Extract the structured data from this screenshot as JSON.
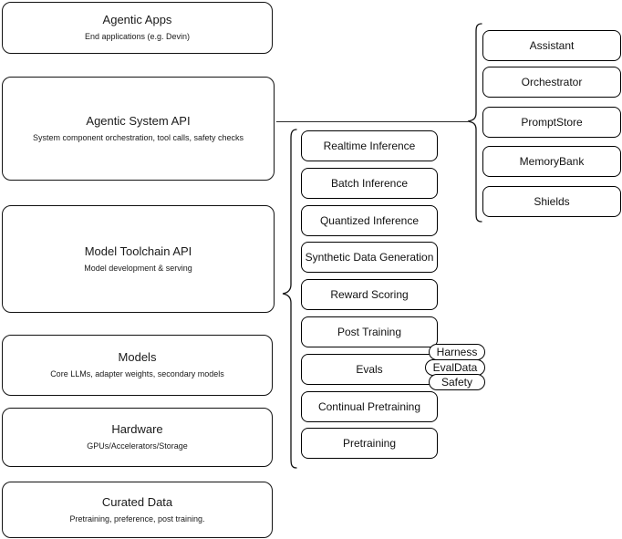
{
  "diagram": {
    "title": "AI Stack Layers Architecture Diagram",
    "stroke_color": "#111111",
    "fill_color": "#ffffff",
    "connector_color": "#2b2b2b"
  },
  "stack_layers": [
    {
      "title": "Agentic Apps",
      "subtitle": "End applications (e.g. Devin)"
    },
    {
      "title": "Agentic System API",
      "subtitle": "System component orchestration, tool calls, safety checks"
    },
    {
      "title": "Model Toolchain API",
      "subtitle": "Model development & serving"
    },
    {
      "title": "Models",
      "subtitle": "Core LLMs, adapter weights, secondary models"
    },
    {
      "title": "Hardware",
      "subtitle": "GPUs/Accelerators/Storage"
    },
    {
      "title": "Curated Data",
      "subtitle": "Pretraining, preference, post training."
    }
  ],
  "toolchain_capabilities": [
    {
      "label": "Realtime Inference"
    },
    {
      "label": "Batch Inference"
    },
    {
      "label": "Quantized Inference"
    },
    {
      "label": "Synthetic Data Generation"
    },
    {
      "label": "Reward Scoring"
    },
    {
      "label": "Post Training"
    },
    {
      "label": "Evals"
    },
    {
      "label": "Continual Pretraining"
    },
    {
      "label": "Pretraining"
    }
  ],
  "eval_subcomponents": [
    {
      "label": "Harness"
    },
    {
      "label": "EvalData"
    },
    {
      "label": "Safety"
    }
  ],
  "agentic_components": [
    {
      "label": "Assistant"
    },
    {
      "label": "Orchestrator"
    },
    {
      "label": "PromptStore"
    },
    {
      "label": "MemoryBank"
    },
    {
      "label": "Shields"
    }
  ]
}
